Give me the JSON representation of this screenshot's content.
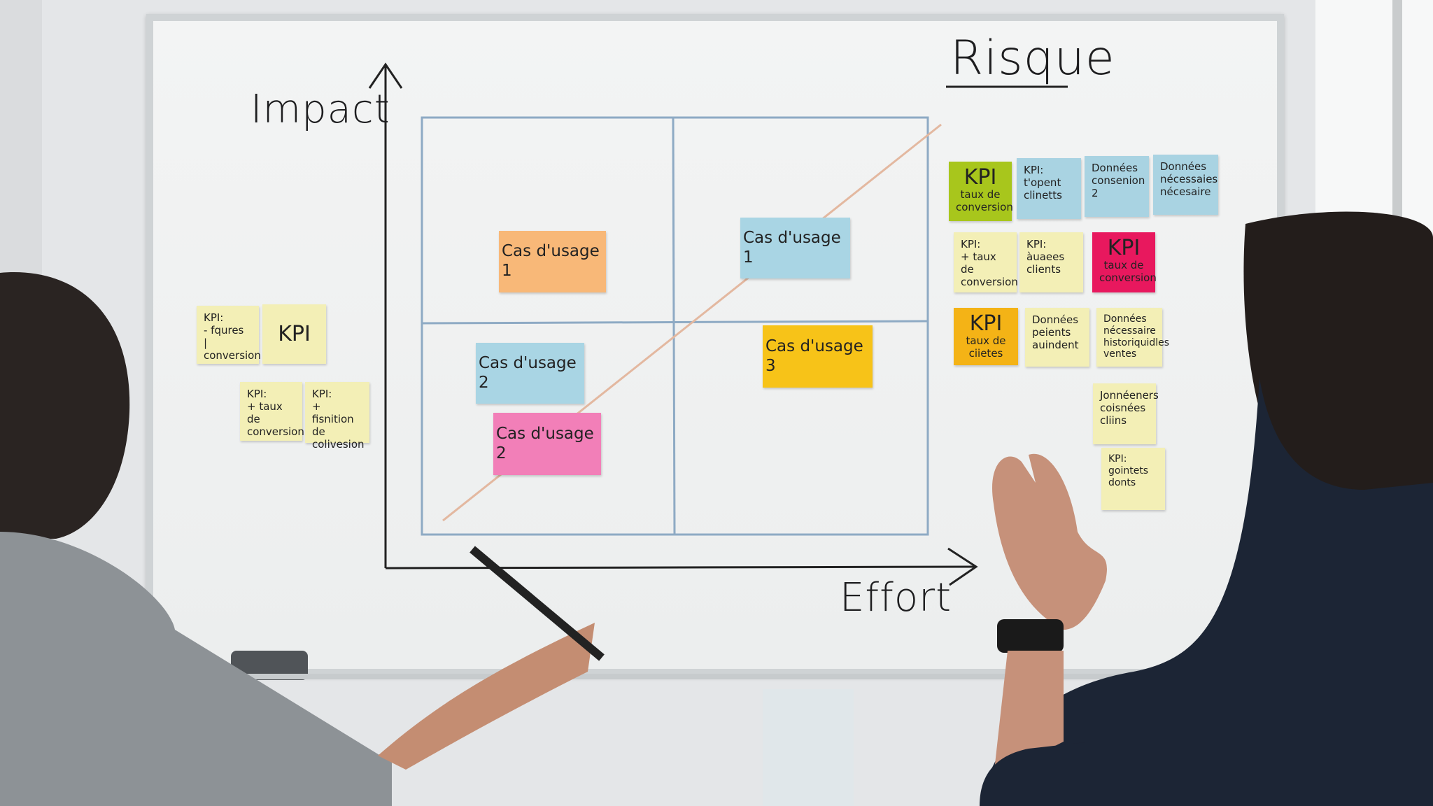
{
  "board": {
    "axis_y_label": "Impact",
    "axis_x_label": "Effort",
    "risk_label": "Risque",
    "use_cases": [
      {
        "text": "Cas d'usage 1",
        "color": "#f8b878"
      },
      {
        "text": "Cas d'usage 1",
        "color": "#a9d5e4"
      },
      {
        "text": "Cas d'usage 2",
        "color": "#a9d5e4"
      },
      {
        "text": "Cas d'usage 2",
        "color": "#f27fb8"
      },
      {
        "text": "Cas d'usage 3",
        "color": "#f7c318"
      }
    ],
    "left_notes": [
      {
        "text": "KPI:\n- fqures\n| conversion"
      },
      {
        "text": "KPI"
      },
      {
        "text": "KPI:\n+ taux de\nconversion"
      },
      {
        "text": "KPI:\n+ fisnition de\ncolivesion"
      }
    ],
    "right_notes": [
      {
        "title": "KPI",
        "text": "taux de\nconversion",
        "color": "#a8c61c"
      },
      {
        "text": "KPI:\nt'opent\nclinetts",
        "color": "#a9d3e2"
      },
      {
        "text": "Données\nconsenion 2",
        "color": "#a9d3e2"
      },
      {
        "text": "Données\nnécessaies\nnécesaire",
        "color": "#a9d3e2"
      },
      {
        "text": "KPI:\n+ taux de\nconversion",
        "color": "#f3efb6"
      },
      {
        "text": "KPI:\nàuaees\nclients",
        "color": "#f3efb6"
      },
      {
        "title": "KPI",
        "text": "taux de\nconversion",
        "color": "#e8185e"
      },
      {
        "title": "KPI",
        "text": "taux de\nciietes",
        "color": "#f4b316"
      },
      {
        "text": "Données\npeients\nauindent",
        "color": "#f3efb6"
      },
      {
        "text": "Données nécessaire\nhistoriquidles\nventes",
        "color": "#f3efb6"
      },
      {
        "text": "Jonnéeners\ncoisnées\ncliins",
        "color": "#f3efb6"
      },
      {
        "text": "KPI:\ngointets donts",
        "color": "#f3efb6"
      }
    ]
  }
}
